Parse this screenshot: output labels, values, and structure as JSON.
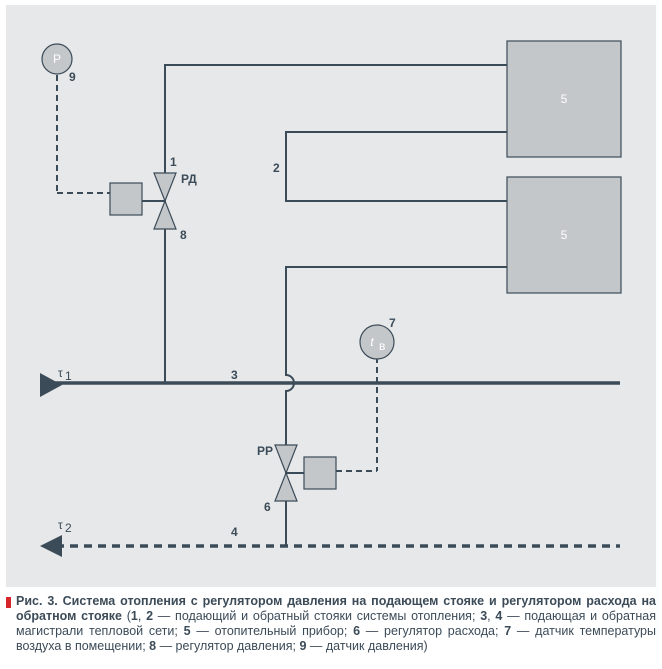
{
  "colors": {
    "panel_bg": "#e6e8e9",
    "pipe": "#3c4b58",
    "component_fill": "#c4c7ca",
    "component_stroke": "#3c4b58",
    "caption_marker": "#d7262a"
  },
  "labels": {
    "pressure_sensor_symbol": "P",
    "pressure_sensor_number": "9",
    "supply_riser_number": "1",
    "pressure_regulator_code": "РД",
    "pressure_regulator_number": "8",
    "return_riser_number": "2",
    "radiator_upper": "5",
    "radiator_lower": "5",
    "temp_sensor_symbol": "t",
    "temp_sensor_subscript": "в",
    "temp_sensor_number": "7",
    "supply_main_tau": "τ",
    "supply_main_tau_sub": "1",
    "supply_main_number": "3",
    "flow_regulator_code": "РР",
    "flow_regulator_number": "6",
    "return_main_tau": "τ",
    "return_main_tau_sub": "2",
    "return_main_number": "4"
  },
  "caption": {
    "prefix_bold": "Рис. 3. Система отопления с регулятором давления на подающем стояке и регулятором расхода на обратном стояке",
    "legend": [
      {
        "bold": "1",
        "text": ", "
      },
      {
        "bold": "2",
        "text": " — подающий и обратный стояки системы отопления; "
      },
      {
        "bold": "3",
        "text": ", "
      },
      {
        "bold": "4",
        "text": " — подающая и обратная магистрали тепловой сети; "
      },
      {
        "bold": "5",
        "text": " — отопительный прибор; "
      },
      {
        "bold": "6",
        "text": " — регулятор расхода; "
      },
      {
        "bold": "7",
        "text": " — датчик температуры воздуха в помещении; "
      },
      {
        "bold": "8",
        "text": " — регулятор давления; "
      },
      {
        "bold": "9",
        "text": " — датчик давления)"
      }
    ]
  }
}
